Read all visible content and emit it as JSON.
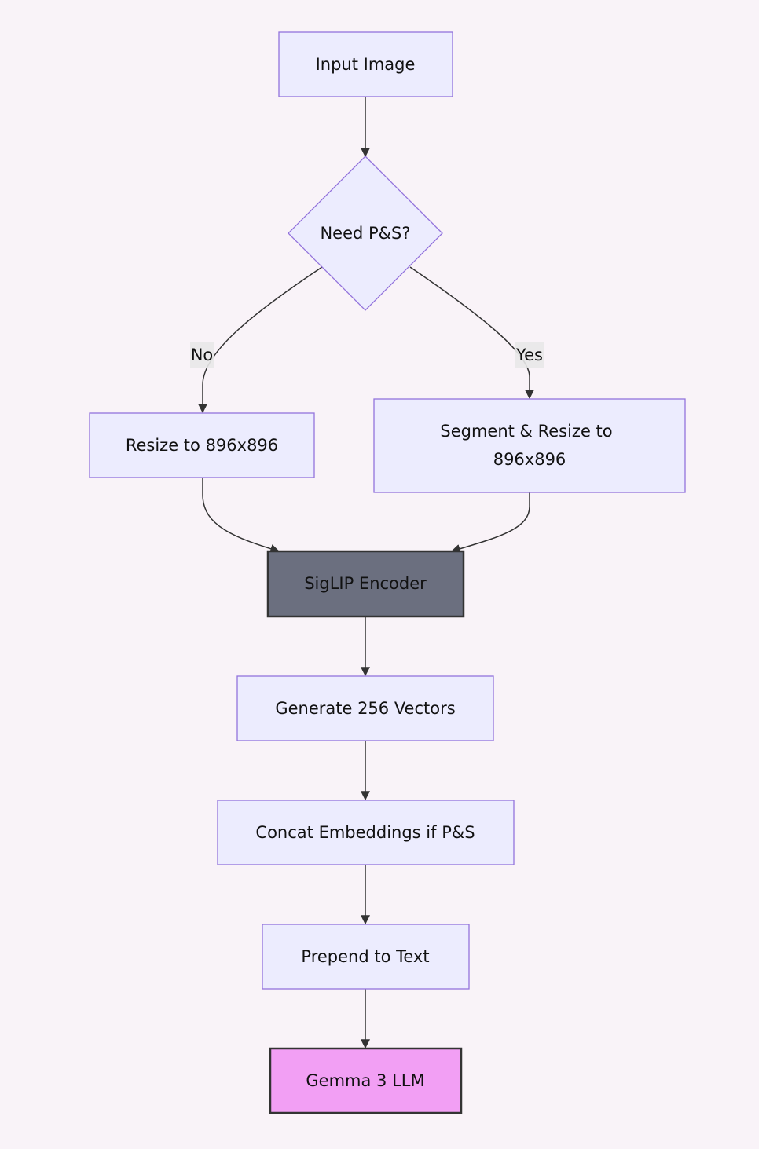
{
  "diagram": {
    "nodes": {
      "input": {
        "label": "Input Image"
      },
      "decision": {
        "label": "Need P&S?"
      },
      "resize": {
        "label": "Resize to 896x896"
      },
      "segment": {
        "label_line1": "Segment & Resize to",
        "label_line2": "896x896"
      },
      "encoder": {
        "label": "SigLIP Encoder"
      },
      "generate": {
        "label": "Generate 256 Vectors"
      },
      "concat": {
        "label": "Concat Embeddings if P&S"
      },
      "prepend": {
        "label": "Prepend to Text"
      },
      "llm": {
        "label": "Gemma 3 LLM"
      }
    },
    "edges": {
      "no_label": "No",
      "yes_label": "Yes"
    },
    "colors": {
      "background": "#f9f3f8",
      "node_fill": "#ececfe",
      "node_stroke": "#9373dc",
      "encoder_fill": "#6b6f7f",
      "llm_fill": "#f29ff4",
      "edge": "#333333"
    }
  }
}
